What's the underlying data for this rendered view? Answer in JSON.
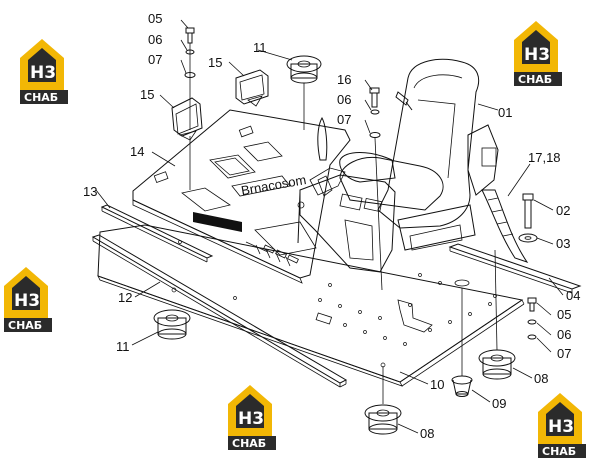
{
  "logo": {
    "mark": "H3",
    "text": "СНАБ",
    "colors": {
      "roof": "#f2b705",
      "dark": "#2b2b2b",
      "light": "#ffffff"
    }
  },
  "callouts": {
    "c05a": "05",
    "c06a": "06",
    "c07a": "07",
    "c15a": "15",
    "c15b": "15",
    "c11a": "11",
    "c16": "16",
    "c06b": "06",
    "c07b": "07",
    "c01": "01",
    "c14": "14",
    "c13": "13",
    "c1718": "17,18",
    "c02": "02",
    "c03": "03",
    "c12": "12",
    "c04": "04",
    "c05b": "05",
    "c06c": "06",
    "c07c": "07",
    "c11b": "11",
    "c08a": "08",
    "c10": "10",
    "c09": "09",
    "c08b": "08"
  },
  "decal": {
    "text": "Brnacosom"
  }
}
